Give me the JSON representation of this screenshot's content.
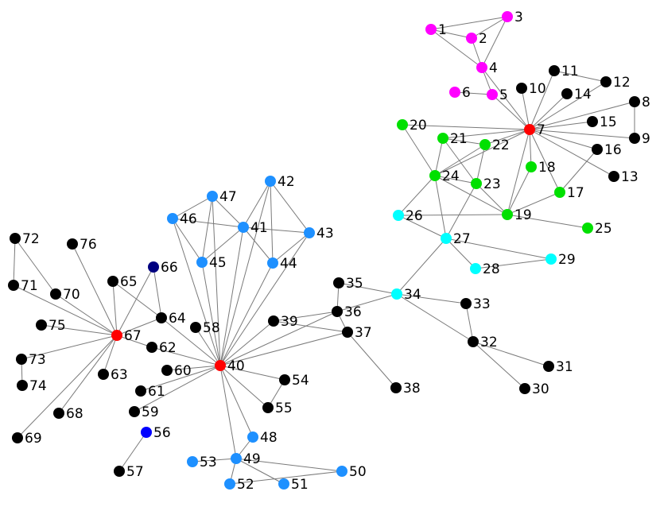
{
  "colors": {
    "background": "#ffffff",
    "edge": "#7a7a7a",
    "black": "#000000",
    "red": "#ff0000",
    "magenta": "#ff00ff",
    "green": "#00e000",
    "cyan": "#00ffff",
    "azure": "#1e90ff",
    "navy": "#000080",
    "blue": "#0000ff"
  },
  "nodes": [
    {
      "id": "1",
      "color": "magenta"
    },
    {
      "id": "2",
      "color": "magenta"
    },
    {
      "id": "3",
      "color": "magenta"
    },
    {
      "id": "4",
      "color": "magenta"
    },
    {
      "id": "5",
      "color": "magenta"
    },
    {
      "id": "6",
      "color": "magenta"
    },
    {
      "id": "7",
      "color": "red"
    },
    {
      "id": "8",
      "color": "black"
    },
    {
      "id": "9",
      "color": "black"
    },
    {
      "id": "10",
      "color": "black"
    },
    {
      "id": "11",
      "color": "black"
    },
    {
      "id": "12",
      "color": "black"
    },
    {
      "id": "13",
      "color": "black"
    },
    {
      "id": "14",
      "color": "black"
    },
    {
      "id": "15",
      "color": "black"
    },
    {
      "id": "16",
      "color": "black"
    },
    {
      "id": "17",
      "color": "green"
    },
    {
      "id": "18",
      "color": "green"
    },
    {
      "id": "19",
      "color": "green"
    },
    {
      "id": "20",
      "color": "green"
    },
    {
      "id": "21",
      "color": "green"
    },
    {
      "id": "22",
      "color": "green"
    },
    {
      "id": "23",
      "color": "green"
    },
    {
      "id": "24",
      "color": "green"
    },
    {
      "id": "25",
      "color": "green"
    },
    {
      "id": "26",
      "color": "cyan"
    },
    {
      "id": "27",
      "color": "cyan"
    },
    {
      "id": "28",
      "color": "cyan"
    },
    {
      "id": "29",
      "color": "cyan"
    },
    {
      "id": "30",
      "color": "black"
    },
    {
      "id": "31",
      "color": "black"
    },
    {
      "id": "32",
      "color": "black"
    },
    {
      "id": "33",
      "color": "black"
    },
    {
      "id": "34",
      "color": "cyan"
    },
    {
      "id": "35",
      "color": "black"
    },
    {
      "id": "36",
      "color": "black"
    },
    {
      "id": "37",
      "color": "black"
    },
    {
      "id": "38",
      "color": "black"
    },
    {
      "id": "39",
      "color": "black"
    },
    {
      "id": "40",
      "color": "red"
    },
    {
      "id": "41",
      "color": "azure"
    },
    {
      "id": "42",
      "color": "azure"
    },
    {
      "id": "43",
      "color": "azure"
    },
    {
      "id": "44",
      "color": "azure"
    },
    {
      "id": "45",
      "color": "azure"
    },
    {
      "id": "46",
      "color": "azure"
    },
    {
      "id": "47",
      "color": "azure"
    },
    {
      "id": "48",
      "color": "azure"
    },
    {
      "id": "49",
      "color": "azure"
    },
    {
      "id": "50",
      "color": "azure"
    },
    {
      "id": "51",
      "color": "azure"
    },
    {
      "id": "52",
      "color": "azure"
    },
    {
      "id": "53",
      "color": "azure"
    },
    {
      "id": "54",
      "color": "black"
    },
    {
      "id": "55",
      "color": "black"
    },
    {
      "id": "56",
      "color": "blue"
    },
    {
      "id": "57",
      "color": "black"
    },
    {
      "id": "58",
      "color": "black"
    },
    {
      "id": "59",
      "color": "black"
    },
    {
      "id": "60",
      "color": "black"
    },
    {
      "id": "61",
      "color": "black"
    },
    {
      "id": "62",
      "color": "black"
    },
    {
      "id": "63",
      "color": "black"
    },
    {
      "id": "64",
      "color": "black"
    },
    {
      "id": "65",
      "color": "black"
    },
    {
      "id": "66",
      "color": "navy"
    },
    {
      "id": "67",
      "color": "red"
    },
    {
      "id": "68",
      "color": "black"
    },
    {
      "id": "69",
      "color": "black"
    },
    {
      "id": "70",
      "color": "black"
    },
    {
      "id": "71",
      "color": "black"
    },
    {
      "id": "72",
      "color": "black"
    },
    {
      "id": "73",
      "color": "black"
    },
    {
      "id": "74",
      "color": "black"
    },
    {
      "id": "75",
      "color": "black"
    },
    {
      "id": "76",
      "color": "black"
    }
  ],
  "edges": [
    [
      "1",
      "2"
    ],
    [
      "1",
      "3"
    ],
    [
      "1",
      "4"
    ],
    [
      "2",
      "3"
    ],
    [
      "2",
      "4"
    ],
    [
      "3",
      "4"
    ],
    [
      "4",
      "5"
    ],
    [
      "4",
      "7"
    ],
    [
      "5",
      "6"
    ],
    [
      "5",
      "7"
    ],
    [
      "7",
      "8"
    ],
    [
      "7",
      "9"
    ],
    [
      "7",
      "10"
    ],
    [
      "7",
      "11"
    ],
    [
      "7",
      "12"
    ],
    [
      "7",
      "13"
    ],
    [
      "7",
      "14"
    ],
    [
      "7",
      "15"
    ],
    [
      "7",
      "16"
    ],
    [
      "7",
      "17"
    ],
    [
      "7",
      "18"
    ],
    [
      "7",
      "19"
    ],
    [
      "7",
      "20"
    ],
    [
      "7",
      "21"
    ],
    [
      "7",
      "22"
    ],
    [
      "7",
      "24"
    ],
    [
      "8",
      "9"
    ],
    [
      "11",
      "12"
    ],
    [
      "16",
      "17"
    ],
    [
      "18",
      "19"
    ],
    [
      "19",
      "17"
    ],
    [
      "19",
      "25"
    ],
    [
      "19",
      "24"
    ],
    [
      "19",
      "26"
    ],
    [
      "20",
      "24"
    ],
    [
      "21",
      "24"
    ],
    [
      "21",
      "22"
    ],
    [
      "21",
      "23"
    ],
    [
      "22",
      "23"
    ],
    [
      "22",
      "24"
    ],
    [
      "23",
      "24"
    ],
    [
      "23",
      "19"
    ],
    [
      "24",
      "26"
    ],
    [
      "24",
      "27"
    ],
    [
      "23",
      "27"
    ],
    [
      "26",
      "27"
    ],
    [
      "27",
      "28"
    ],
    [
      "27",
      "29"
    ],
    [
      "27",
      "34"
    ],
    [
      "28",
      "29"
    ],
    [
      "34",
      "35"
    ],
    [
      "34",
      "36"
    ],
    [
      "34",
      "32"
    ],
    [
      "34",
      "33"
    ],
    [
      "32",
      "33"
    ],
    [
      "32",
      "31"
    ],
    [
      "32",
      "30"
    ],
    [
      "36",
      "35"
    ],
    [
      "36",
      "37"
    ],
    [
      "36",
      "39"
    ],
    [
      "36",
      "40"
    ],
    [
      "37",
      "38"
    ],
    [
      "37",
      "39"
    ],
    [
      "37",
      "40"
    ],
    [
      "39",
      "40"
    ],
    [
      "40",
      "41"
    ],
    [
      "40",
      "42"
    ],
    [
      "40",
      "43"
    ],
    [
      "40",
      "44"
    ],
    [
      "40",
      "45"
    ],
    [
      "40",
      "46"
    ],
    [
      "40",
      "47"
    ],
    [
      "40",
      "58"
    ],
    [
      "40",
      "62"
    ],
    [
      "40",
      "60"
    ],
    [
      "40",
      "61"
    ],
    [
      "40",
      "59"
    ],
    [
      "40",
      "54"
    ],
    [
      "40",
      "55"
    ],
    [
      "40",
      "48"
    ],
    [
      "40",
      "49"
    ],
    [
      "40",
      "64"
    ],
    [
      "41",
      "42"
    ],
    [
      "41",
      "43"
    ],
    [
      "41",
      "44"
    ],
    [
      "41",
      "45"
    ],
    [
      "41",
      "46"
    ],
    [
      "41",
      "47"
    ],
    [
      "42",
      "43"
    ],
    [
      "42",
      "44"
    ],
    [
      "43",
      "44"
    ],
    [
      "46",
      "47"
    ],
    [
      "46",
      "45"
    ],
    [
      "47",
      "45"
    ],
    [
      "54",
      "55"
    ],
    [
      "49",
      "48"
    ],
    [
      "49",
      "50"
    ],
    [
      "49",
      "51"
    ],
    [
      "49",
      "52"
    ],
    [
      "49",
      "53"
    ],
    [
      "50",
      "52"
    ],
    [
      "56",
      "57"
    ],
    [
      "67",
      "62"
    ],
    [
      "67",
      "63"
    ],
    [
      "67",
      "64"
    ],
    [
      "67",
      "65"
    ],
    [
      "67",
      "66"
    ],
    [
      "67",
      "68"
    ],
    [
      "67",
      "69"
    ],
    [
      "67",
      "70"
    ],
    [
      "67",
      "71"
    ],
    [
      "67",
      "73"
    ],
    [
      "67",
      "75"
    ],
    [
      "67",
      "76"
    ],
    [
      "64",
      "66"
    ],
    [
      "64",
      "65"
    ],
    [
      "70",
      "72"
    ],
    [
      "71",
      "72"
    ],
    [
      "73",
      "74"
    ]
  ]
}
